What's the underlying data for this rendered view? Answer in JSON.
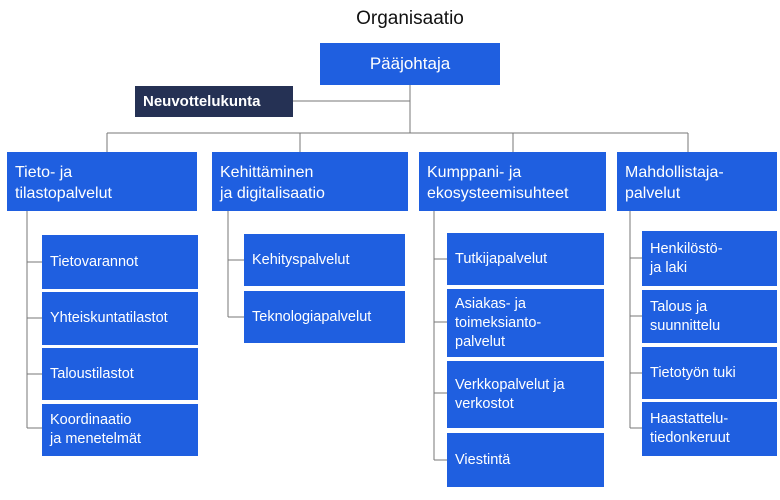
{
  "title": "Organisaatio",
  "ceo": "Pääjohtaja",
  "council": "Neuvottelukunta",
  "departments": [
    {
      "label": "Tieto- ja\ntilastopalvelut",
      "units": [
        "Tietovarannot",
        "Yhteiskuntatilastot",
        "Taloustilastot",
        "Koordinaatio\nja menetelmät"
      ]
    },
    {
      "label": "Kehittäminen\nja digitalisaatio",
      "units": [
        "Kehityspalvelut",
        "Teknologiapalvelut"
      ]
    },
    {
      "label": "Kumppani- ja\nekosysteemisuhteet",
      "units": [
        "Tutkijapalvelut",
        "Asiakas- ja\ntoimeksianto-\npalvelut",
        "Verkkopalvelut ja\nverkostot",
        "Viestintä"
      ]
    },
    {
      "label": "Mahdollistaja-\npalvelut",
      "units": [
        "Henkilöstö-\nja laki",
        "Talous ja\nsuunnittelu",
        "Tietotyön tuki",
        "Haastattelu-\ntiedonkeruut"
      ]
    }
  ],
  "colors": {
    "box": "#1f5fe0",
    "council": "#253154",
    "line": "#777777"
  }
}
